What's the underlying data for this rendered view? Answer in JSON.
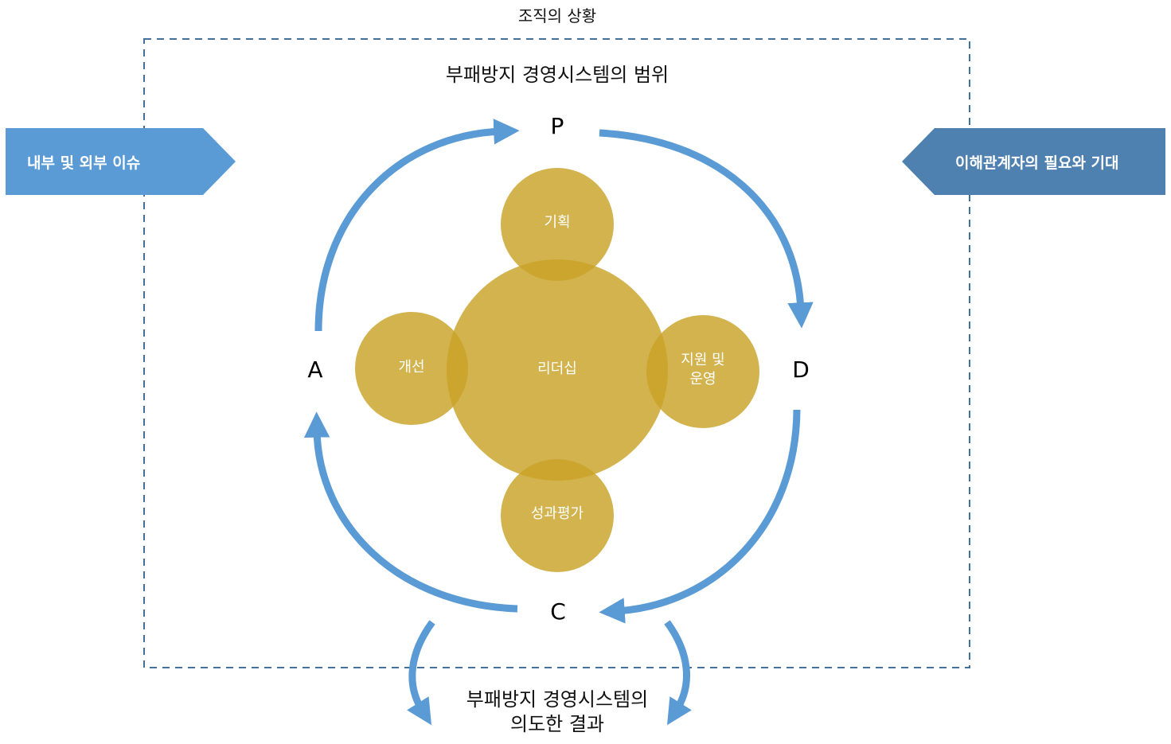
{
  "title": "부패방지 경영시스템의 범위",
  "context_label": "조직의 상황",
  "inputs": {
    "left": {
      "label": "내부 및 외부 이슈",
      "color": "#5B9BD5"
    },
    "right": {
      "label": "이해관계자의 필요와 기대",
      "color": "#4E81B0"
    }
  },
  "pdca": {
    "p": "P",
    "d": "D",
    "c": "C",
    "a": "A"
  },
  "circles": {
    "center": "리더십",
    "top": "기획",
    "right_line1": "지원 및",
    "right_line2": "운영",
    "bottom": "성과평가",
    "left": "개선"
  },
  "outcome": {
    "line1": "부패방지 경영시스템의",
    "line2": "의도한 결과"
  },
  "colors": {
    "circle": "#C9A227",
    "arrow": "#5B9BD5",
    "border": "#41719C"
  }
}
